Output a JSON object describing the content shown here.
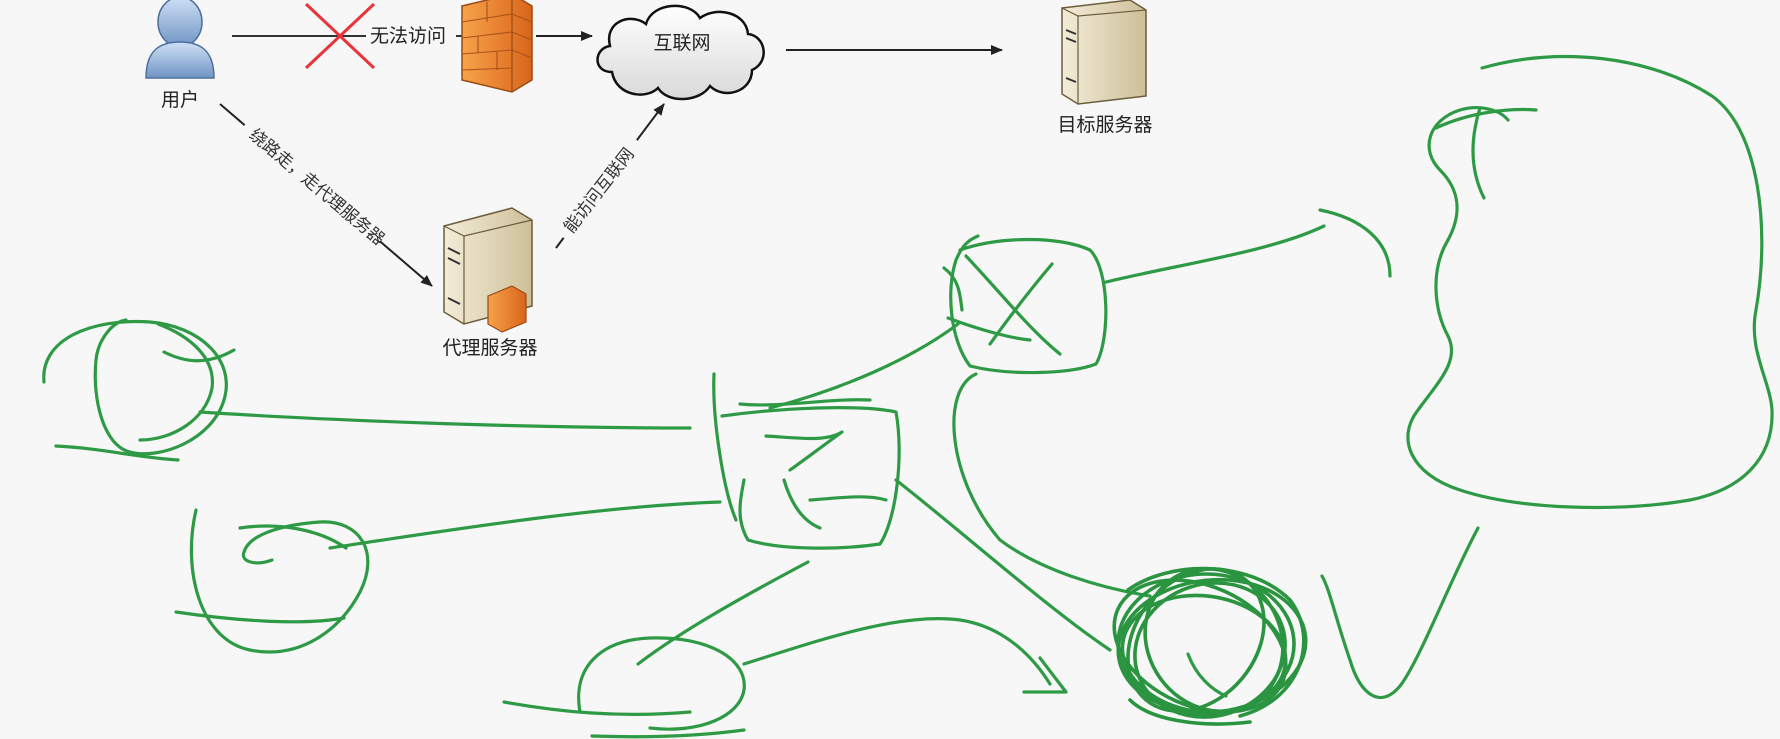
{
  "diagram": {
    "user_label": "用户",
    "blocked_label": "无法访问",
    "internet_label": "互联网",
    "target_label": "目标服务器",
    "detour_label": "绕路走，走代理服务器",
    "proxy_access_label": "能访问互联网",
    "proxy_label": "代理服务器"
  },
  "icons": {
    "user": "user-icon",
    "blocked": "cross-mark-icon",
    "firewall": "firewall-icon",
    "internet": "cloud-icon",
    "target": "server-icon",
    "proxy": "proxy-server-icon"
  },
  "colors": {
    "annotation_ink": "#2f9a45",
    "blocked_mark": "#e8343a",
    "firewall": "#f07d24",
    "arrow": "#333333"
  }
}
